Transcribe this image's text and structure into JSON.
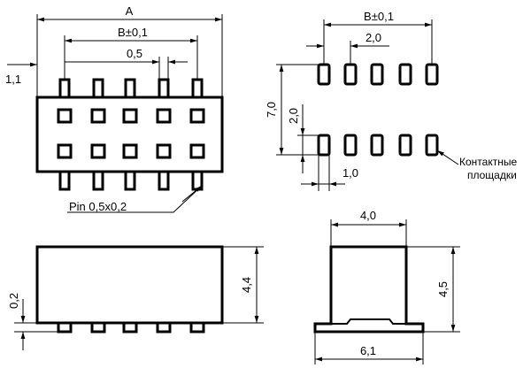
{
  "views": {
    "top": {
      "dims": {
        "a": "A",
        "b": "B±0,1",
        "pitch": "0,5",
        "offset": "1,1",
        "pin": "Pin 0,5x0,2"
      }
    },
    "land_pattern": {
      "dims": {
        "b": "B±0,1",
        "pitch": "2,0",
        "height": "7,0",
        "pad_len": "2,0",
        "pad_w": "1,0"
      },
      "callout": {
        "line1": "Контактные",
        "line2": "площадки"
      }
    },
    "side": {
      "dims": {
        "height": "4,4",
        "lead": "0,2"
      }
    },
    "end": {
      "dims": {
        "top_width": "4,0",
        "height": "4,5",
        "base_width": "6,1"
      }
    }
  }
}
